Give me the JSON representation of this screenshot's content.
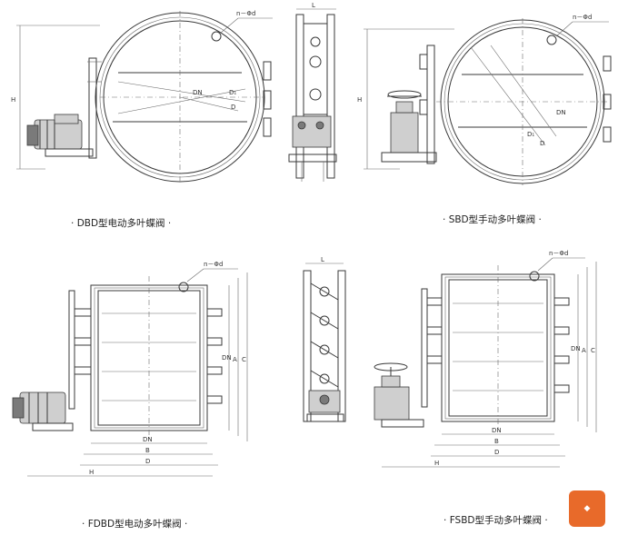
{
  "captions": {
    "dbd": "DBD型电动多叶蝶阀",
    "sbd": "SBD型手动多叶蝶阀",
    "fdbd": "FDBD型电动多叶蝶阀",
    "fsbd": "FSBD型手动多叶蝶阀"
  },
  "labels": {
    "hole": "n－Φd",
    "dn": "DN",
    "d1": "D₁",
    "d": "D",
    "h": "H",
    "l": "L",
    "a": "A",
    "b": "B",
    "c": "C"
  },
  "colors": {
    "line": "#3a3a3a",
    "accent": "#e86a2a"
  },
  "watermark": {
    "icon": "logo-stamp"
  }
}
